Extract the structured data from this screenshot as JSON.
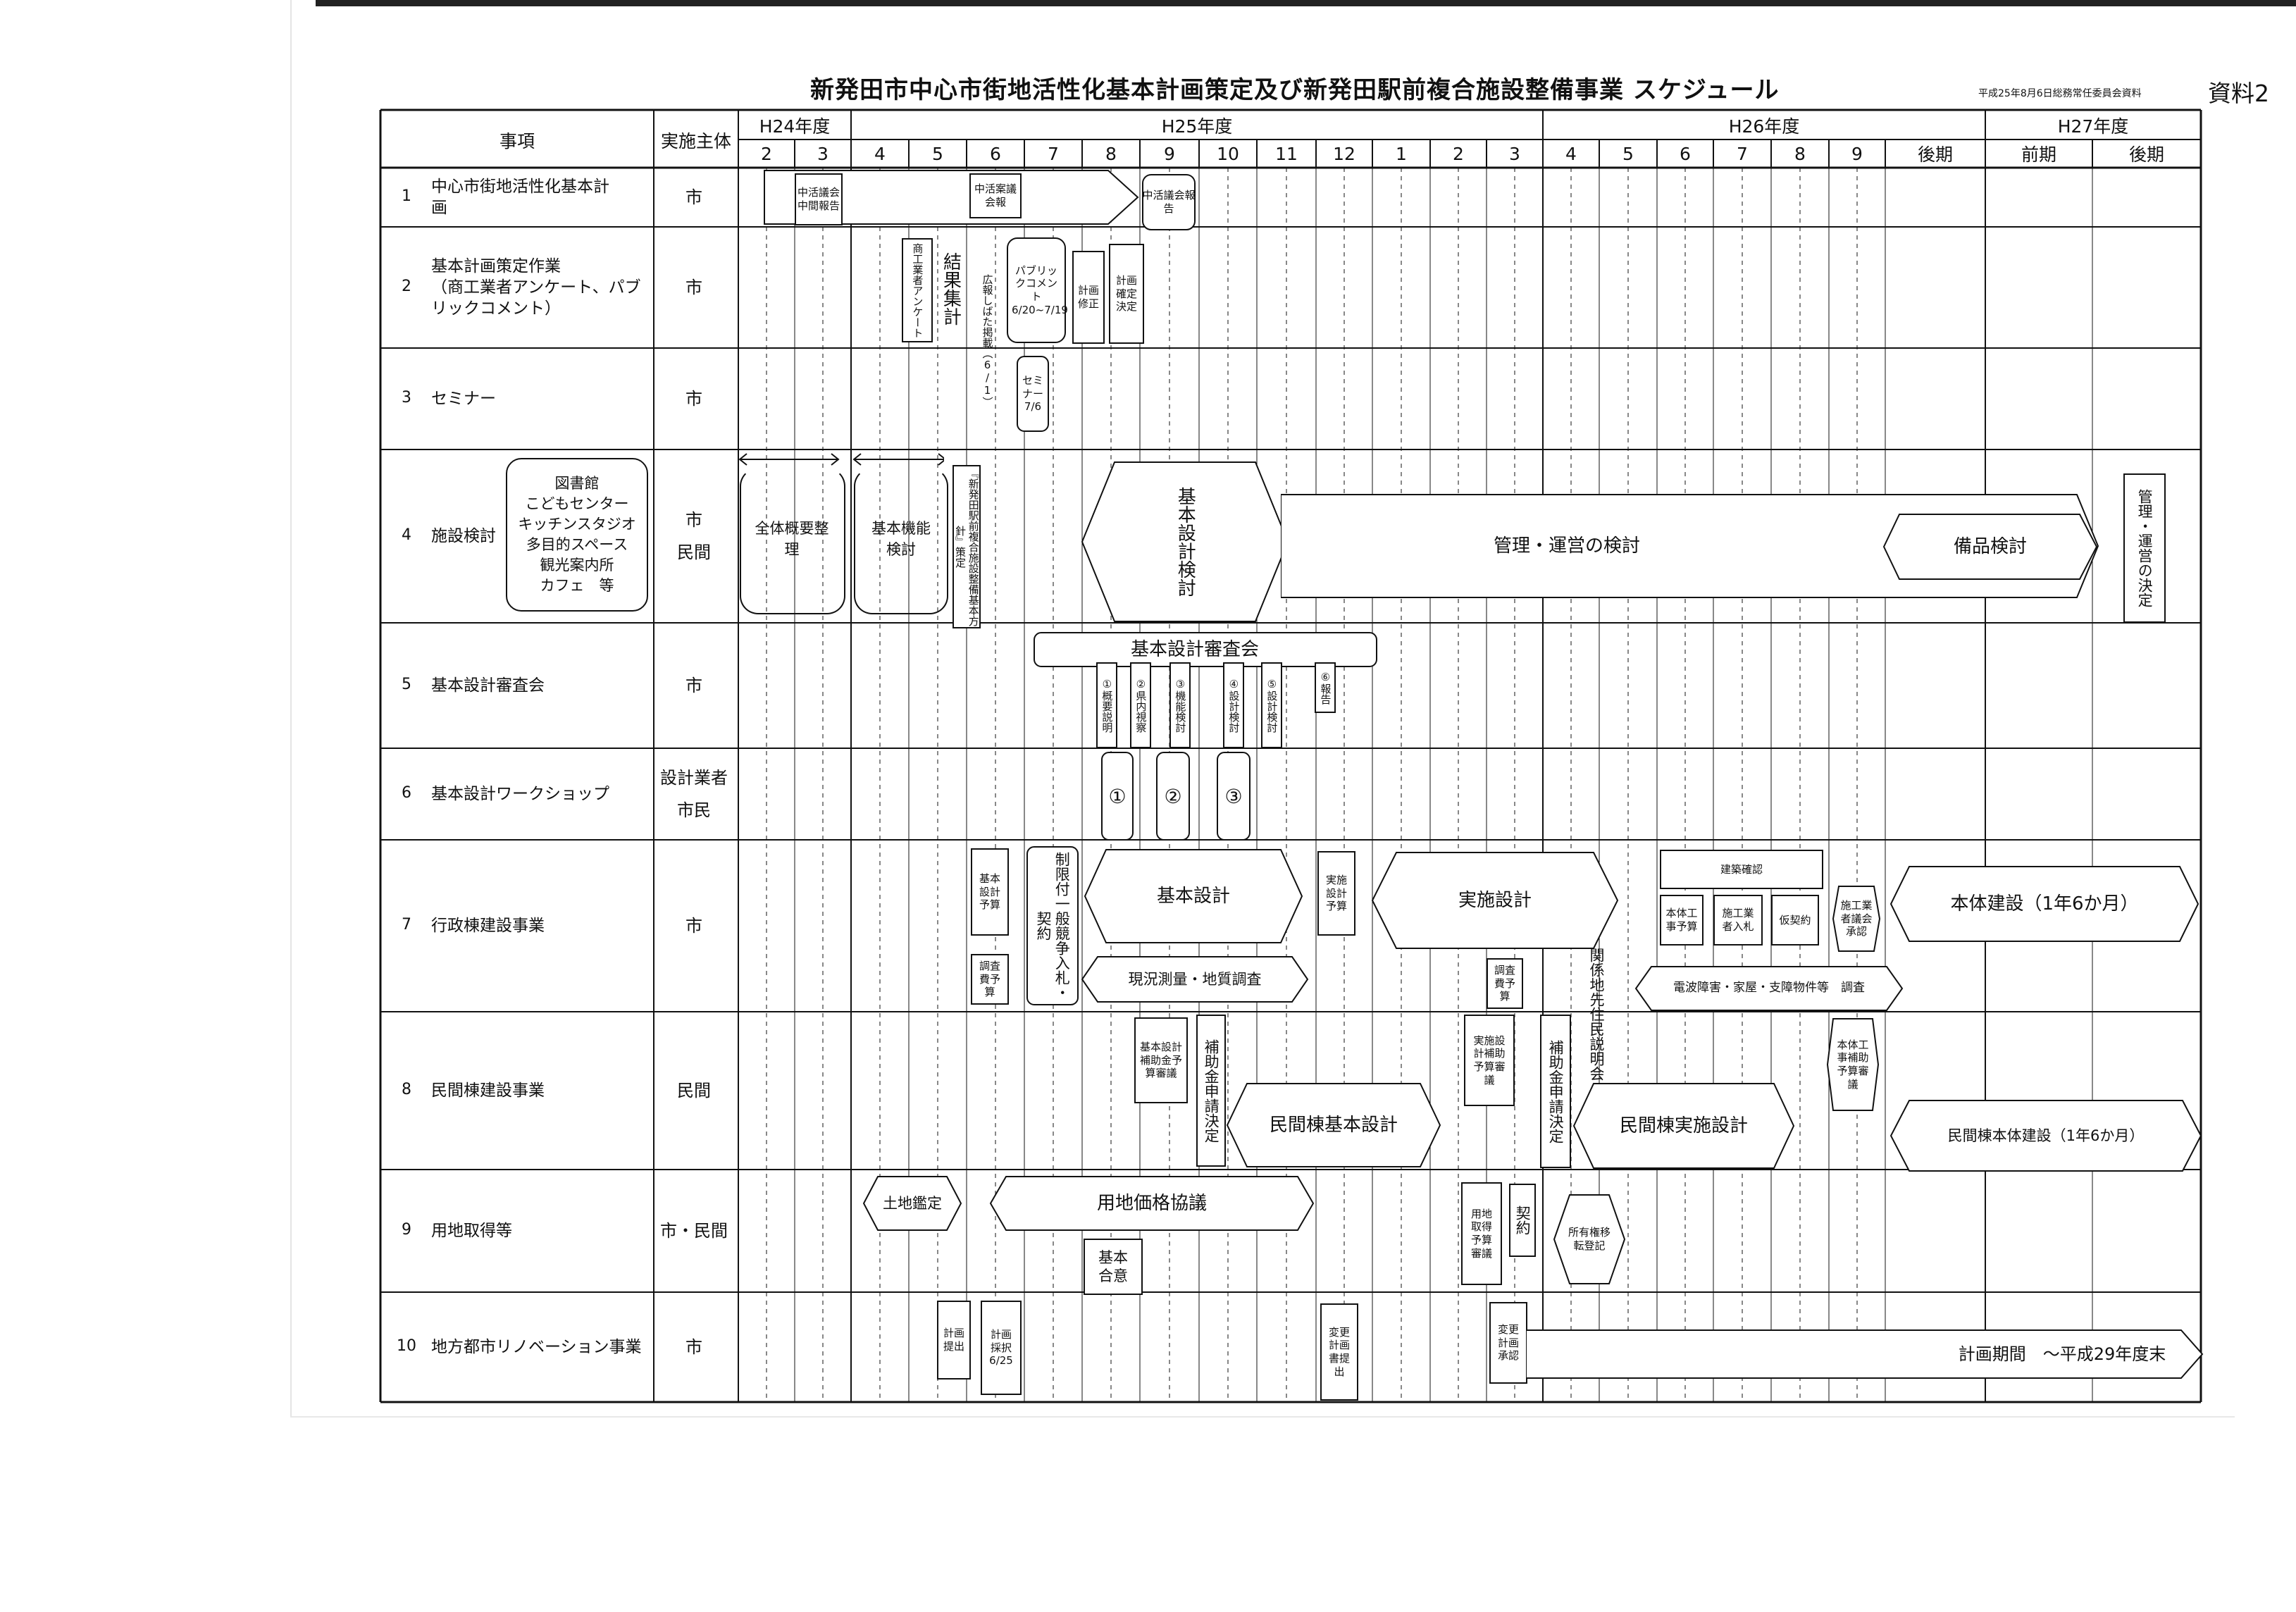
{
  "header": {
    "title": "新発田市中心市街地活性化基本計画策定及び新発田駅前複合施設整備事業 スケジュール",
    "note": "平成25年8月6日総務常任委員会資料",
    "doc_no": "資料2"
  },
  "table": {
    "col_item": "事項",
    "col_subject": "実施主体",
    "fiscal_years": [
      "H24年度",
      "H25年度",
      "H26年度",
      "H27年度"
    ],
    "months": [
      "2",
      "3",
      "4",
      "5",
      "6",
      "7",
      "8",
      "9",
      "10",
      "11",
      "12",
      "1",
      "2",
      "3",
      "4",
      "5",
      "6",
      "7",
      "8",
      "9",
      "後期",
      "前期",
      "後期"
    ]
  },
  "rows": [
    {
      "no": "1",
      "item": "中心市街地活性化基本計画",
      "item_lines": [
        "中心市街地活性化基本計",
        "画"
      ],
      "subject": "市"
    },
    {
      "no": "2",
      "item": "基本計画策定作業（商工業者アンケート、パブリックコメント）",
      "item_lines": [
        "基本計画策定作業",
        "（商工業者アンケート、パブ",
        "リックコメント）"
      ],
      "subject": "市"
    },
    {
      "no": "3",
      "item": "セミナー",
      "item_lines": [
        "セミナー"
      ],
      "subject": "市"
    },
    {
      "no": "4",
      "item": "施設検討",
      "item_lines": [
        "施設検討"
      ],
      "subject_lines": [
        "市",
        "民間"
      ]
    },
    {
      "no": "5",
      "item": "基本設計審査会",
      "item_lines": [
        "基本設計審査会"
      ],
      "subject": "市"
    },
    {
      "no": "6",
      "item": "基本設計ワークショップ",
      "item_lines": [
        "基本設計ワークショップ"
      ],
      "subject_lines": [
        "設計業者",
        "市民"
      ]
    },
    {
      "no": "7",
      "item": "行政棟建設事業",
      "item_lines": [
        "行政棟建設事業"
      ],
      "subject": "市"
    },
    {
      "no": "8",
      "item": "民間棟建設事業",
      "item_lines": [
        "民間棟建設事業"
      ],
      "subject": "民間"
    },
    {
      "no": "9",
      "item": "用地取得等",
      "item_lines": [
        "用地取得等"
      ],
      "subject": "市・民間"
    },
    {
      "no": "10",
      "item": "地方都市リノベーション事業",
      "item_lines": [
        "地方都市リノベーション事業"
      ],
      "subject": "市"
    }
  ],
  "facilities": [
    "図書館",
    "こどもセンター",
    "キッチンスタジオ",
    "多目的スペース",
    "観光案内所",
    "カフェ　等"
  ],
  "schedule": {
    "r1": [
      "中活議会中間報告",
      "中活案議会報",
      "中活議会報告"
    ],
    "r2": [
      "商工業者アンケート",
      "結果集計",
      "広報しばた掲載（6/1）",
      "パブリックコメント6/20~7/19",
      "計画修正",
      "計画確定決定"
    ],
    "r3": [
      "セミナー7/6"
    ],
    "r4": [
      "全体概要整理",
      "基本機能検討",
      "『新発田駅前複合施設整備基本方針』策定",
      "基本設計検討",
      "管理・運営の検討",
      "備品検討",
      "管理・運営の決定"
    ],
    "r5": [
      "基本設計審査会",
      "①概要説明",
      "②県内視察",
      "③機能検討",
      "④設計検討",
      "⑤設計検討",
      "⑥報告"
    ],
    "r6": [
      "①",
      "②",
      "③"
    ],
    "r7": [
      "基本設計予算",
      "調査費予算",
      "制限付一般競争入札・契約",
      "基本設計",
      "現況測量・地質調査",
      "実施設計予算",
      "実施設計",
      "調査費予算",
      "関係地先住民説明会",
      "建築確認",
      "本体工事予算",
      "施工業者入札",
      "仮契約",
      "施工業者議会承認",
      "電波障害・家屋・支障物件等　調査",
      "本体建設（1年6か月）"
    ],
    "r8": [
      "基本設計補助金予算審議",
      "補助金申請決定",
      "民間棟基本設計",
      "実施設計補助予算審議",
      "補助金申請決定",
      "民間棟実施設計",
      "本体工事補助予算審議",
      "民間棟本体建設（1年6か月）"
    ],
    "r9": [
      "土地鑑定",
      "用地価格協議",
      "基本合意",
      "用地取得予算審議",
      "契約",
      "所有権移転登記"
    ],
    "r10": [
      "計画提出",
      "計画採択6/25",
      "変更計画書提出",
      "変更計画承認",
      "計画期間　～平成29年度末"
    ]
  }
}
